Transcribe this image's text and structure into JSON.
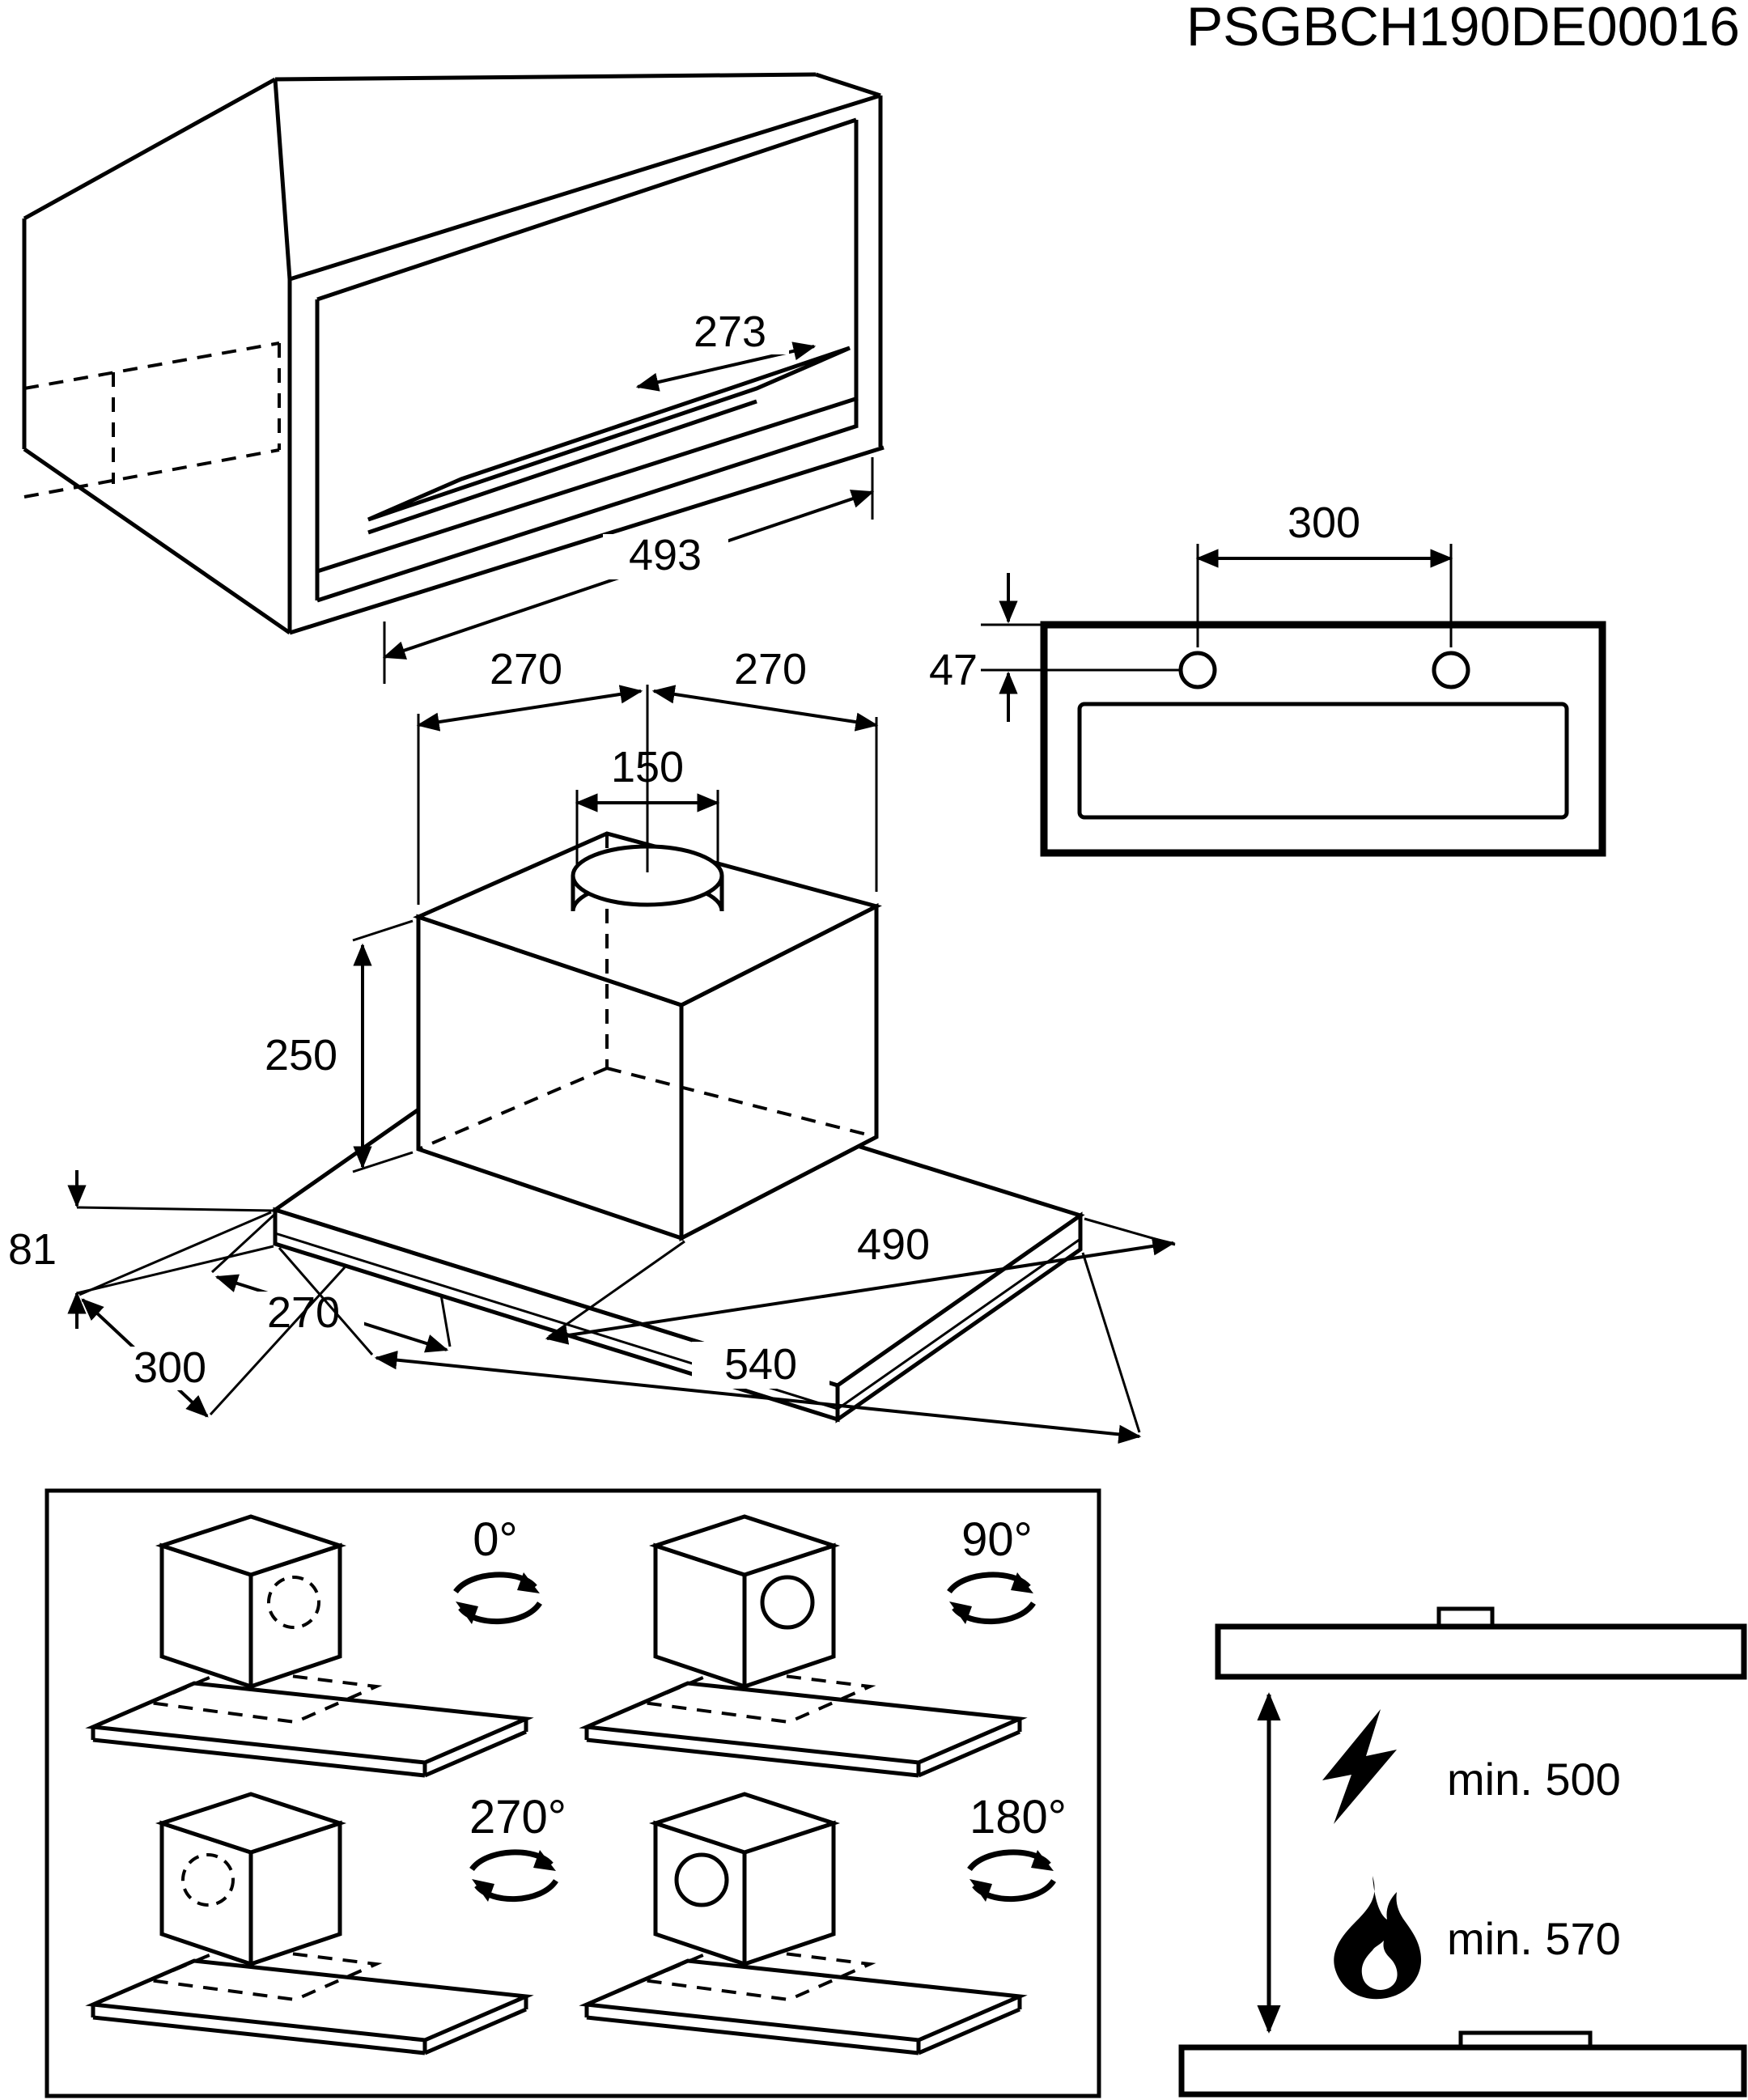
{
  "title": "PSGBCH190DE00016",
  "cabinet_view": {
    "cutout_depth": "273",
    "cutout_width": "493"
  },
  "top_view": {
    "hole_spacing": "300",
    "hole_offset": "47"
  },
  "hood_view": {
    "half_width_left": "270",
    "half_width_right": "270",
    "duct_diameter": "150",
    "body_height": "250",
    "panel_height": "81",
    "body_depth": "270",
    "panel_depth": "300",
    "body_width": "490",
    "panel_width": "540"
  },
  "rotation_view": {
    "angle_1": "0°",
    "angle_2": "90°",
    "angle_3": "270°",
    "angle_4": "180°"
  },
  "clearance_view": {
    "electric_min": "min. 500",
    "gas_min": "min. 570"
  }
}
